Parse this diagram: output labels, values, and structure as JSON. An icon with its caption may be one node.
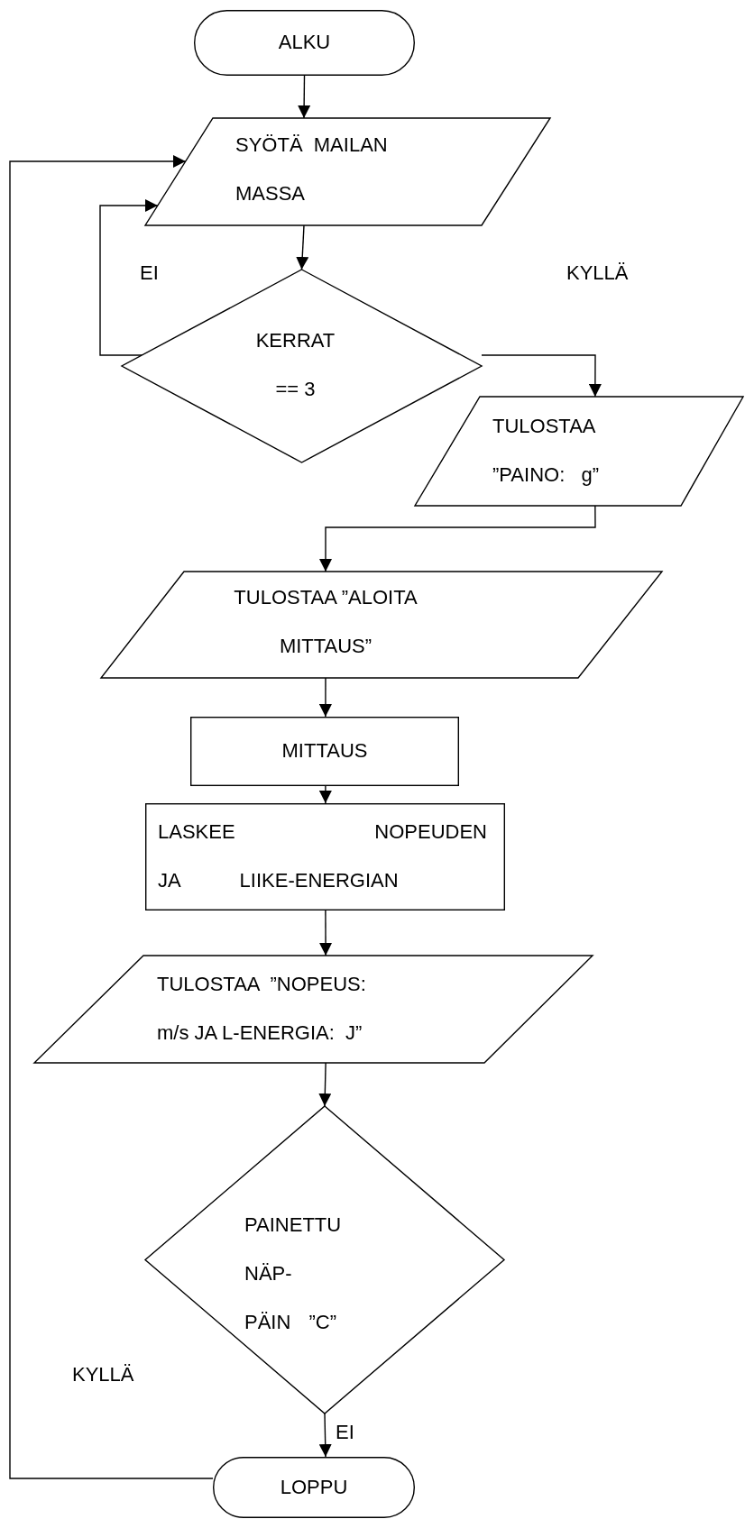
{
  "diagram": {
    "nodes": [
      {
        "text": [
          "ALKU"
        ]
      },
      {
        "text": [
          "SYÖTÄ  MAILAN MASSA"
        ]
      },
      {
        "text": [
          "KERRAT == 3"
        ]
      },
      {
        "text": [
          "TULOSTAA ”PAINO:   g”"
        ]
      },
      {
        "text": [
          "TULOSTAA ”ALOITA MITTAUS”"
        ]
      },
      {
        "text": [
          "MITTAUS"
        ]
      },
      {
        "text": [
          "LASKEE NOPEUDEN JA LIIKE-ENERGIAN"
        ]
      },
      {
        "text": [
          "TULOSTAA  ”NOPEUS: m/s JA L-ENERGIA:  J”"
        ]
      },
      {
        "text": [
          "PAINETTU NÄP- PÄIN ”C”"
        ]
      },
      {
        "text": [
          "LOPPU"
        ]
      }
    ],
    "edges": [
      {
        "from": 0,
        "to": 1,
        "arrow": "to"
      },
      {
        "from": 1,
        "to": 2,
        "arrow": "to"
      },
      {
        "from": 2,
        "to": 1,
        "arrow": "to",
        "label": "EI"
      },
      {
        "from": 2,
        "to": 3,
        "arrow": "to",
        "label": "KYLLÄ"
      },
      {
        "from": 3,
        "to": 4,
        "arrow": "to"
      },
      {
        "from": 4,
        "to": 5,
        "arrow": "to"
      },
      {
        "from": 5,
        "to": 6,
        "arrow": "to"
      },
      {
        "from": 6,
        "to": 7,
        "arrow": "to"
      },
      {
        "from": 7,
        "to": 8,
        "arrow": "to"
      },
      {
        "from": 8,
        "to": 9,
        "arrow": "to",
        "label": "EI"
      },
      {
        "from": 9,
        "to": 1,
        "arrow": "to",
        "label": "KYLLÄ"
      }
    ]
  }
}
